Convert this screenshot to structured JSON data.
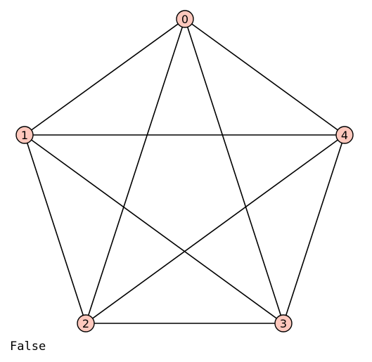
{
  "graph": {
    "vertices": [
      {
        "id": "0",
        "label": "0"
      },
      {
        "id": "1",
        "label": "1"
      },
      {
        "id": "2",
        "label": "2"
      },
      {
        "id": "3",
        "label": "3"
      },
      {
        "id": "4",
        "label": "4"
      }
    ],
    "edges": [
      [
        "0",
        "1"
      ],
      [
        "0",
        "2"
      ],
      [
        "0",
        "3"
      ],
      [
        "0",
        "4"
      ],
      [
        "1",
        "2"
      ],
      [
        "1",
        "3"
      ],
      [
        "1",
        "4"
      ],
      [
        "2",
        "3"
      ],
      [
        "2",
        "4"
      ],
      [
        "3",
        "4"
      ]
    ],
    "colors": {
      "vertex_fill": "#ffc8bd",
      "vertex_stroke": "#000000",
      "edge": "#000000",
      "label": "#000000"
    }
  },
  "output": {
    "text": "False"
  }
}
